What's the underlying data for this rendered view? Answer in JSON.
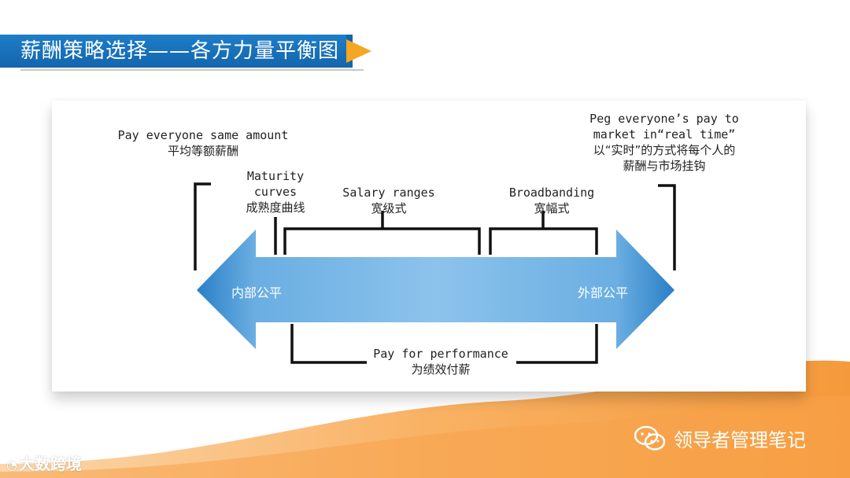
{
  "title": "薪酬策略选择——各方力量平衡图",
  "labels": {
    "pay_same_en": "Pay everyone same amount",
    "pay_same_cn": "平均等额薪酬",
    "maturity_en1": "Maturity",
    "maturity_en2": "curves",
    "maturity_cn": "成熟度曲线",
    "salary_en": "Salary ranges",
    "salary_cn": "宽级式",
    "broad_en": "Broadbanding",
    "broad_cn": "宽幅式",
    "peg_en1": "Peg everyone’s pay to",
    "peg_en2": "market in“real time”",
    "peg_cn1": "以“实时”的方式将每个人的",
    "peg_cn2": "薪酬与市场挂钩",
    "pfp_en": "Pay for performance",
    "pfp_cn": "为绩效付薪"
  },
  "arrow": {
    "left_label": "内部公平",
    "right_label": "外部公平"
  },
  "footer": {
    "left_watermark": "大数跨境",
    "right_account": "领导者管理笔记"
  },
  "colors": {
    "banner": "#1570b8",
    "accent": "#f5a623",
    "arrow_light": "#7ab8e6",
    "arrow_dark": "#2a82c8",
    "wave": "#f7a24a"
  }
}
